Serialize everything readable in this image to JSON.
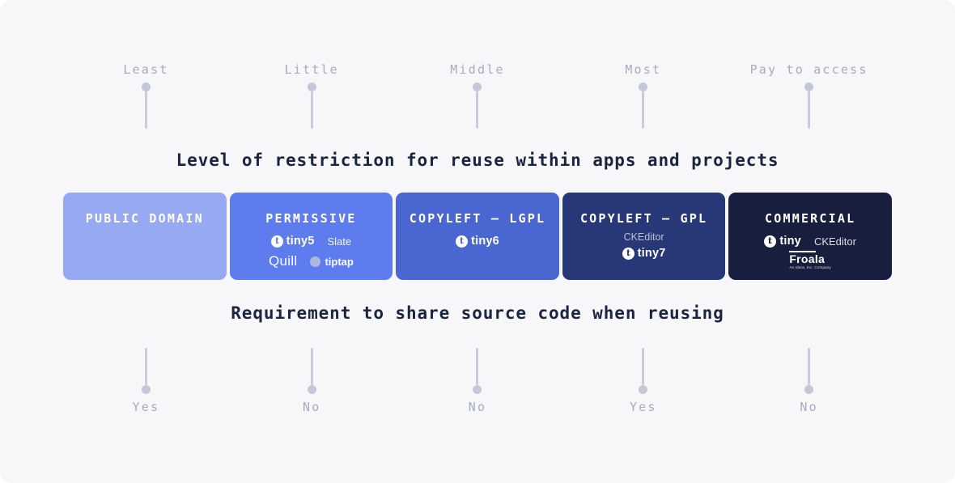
{
  "page": {
    "bg": "#f7f7f9"
  },
  "restriction_scale": {
    "title": "Level of restriction for reuse within apps and projects",
    "labels": [
      "Least",
      "Little",
      "Middle",
      "Most",
      "Pay to access"
    ]
  },
  "share_scale": {
    "title": "Requirement to share source code when reusing",
    "labels": [
      "Yes",
      "No",
      "No",
      "Yes",
      "No"
    ]
  },
  "cards": [
    {
      "title": "PUBLIC DOMAIN",
      "bg": "#97a9f3"
    },
    {
      "title": "PERMISSIVE",
      "bg": "#5d7cee",
      "logos": {
        "tiny": "tiny5",
        "slate": "Slate",
        "quill": "Quill",
        "tiptap": "tiptap"
      }
    },
    {
      "title": "COPYLEFT — LGPL",
      "bg": "#4a66d0",
      "logos": {
        "tiny": "tiny6"
      }
    },
    {
      "title": "COPYLEFT — GPL",
      "bg": "#273778",
      "logos": {
        "ckeditor": "CKEditor",
        "tiny": "tiny7"
      }
    },
    {
      "title": "COMMERCIAL",
      "bg": "#171e3e",
      "logos": {
        "tiny": "tiny",
        "ckeditor": "CKEditor",
        "froala": "Froala",
        "froala_tagline": "An Idera, Inc. Company"
      }
    }
  ],
  "colors": {
    "pin_line": "#c9cdd9",
    "pin_dot": "#c3c8d6",
    "muted_label": "#a6adc2",
    "heading": "#1c2540"
  }
}
